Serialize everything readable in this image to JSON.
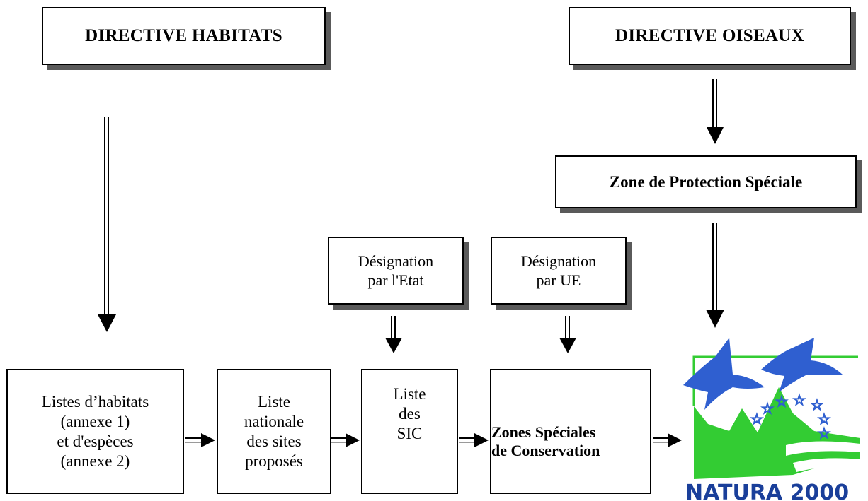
{
  "boxes": {
    "directive_habitats": "DIRECTIVE HABITATS",
    "directive_oiseaux": "DIRECTIVE OISEAUX",
    "zone_protection_speciale": "Zone de Protection Spéciale",
    "designation_etat": [
      "Désignation",
      "par l'Etat"
    ],
    "designation_ue": [
      "Désignation",
      "par UE"
    ],
    "listes_habitats": [
      "Listes d’habitats",
      "(annexe 1)",
      "et d'espèces",
      "(annexe 2)"
    ],
    "liste_nationale": [
      "Liste",
      "nationale",
      "des sites",
      "proposés"
    ],
    "liste_sic": [
      "Liste",
      "des",
      "SIC"
    ],
    "zones_speciales": [
      "Zones Spéciales",
      "de Conservation"
    ]
  },
  "logo": {
    "text": "NATURA 2000",
    "colors": {
      "blue": "#1a3f9a",
      "green": "#33cc33",
      "sky": "#2f5fd0"
    },
    "icon": "natura-2000-logo"
  }
}
